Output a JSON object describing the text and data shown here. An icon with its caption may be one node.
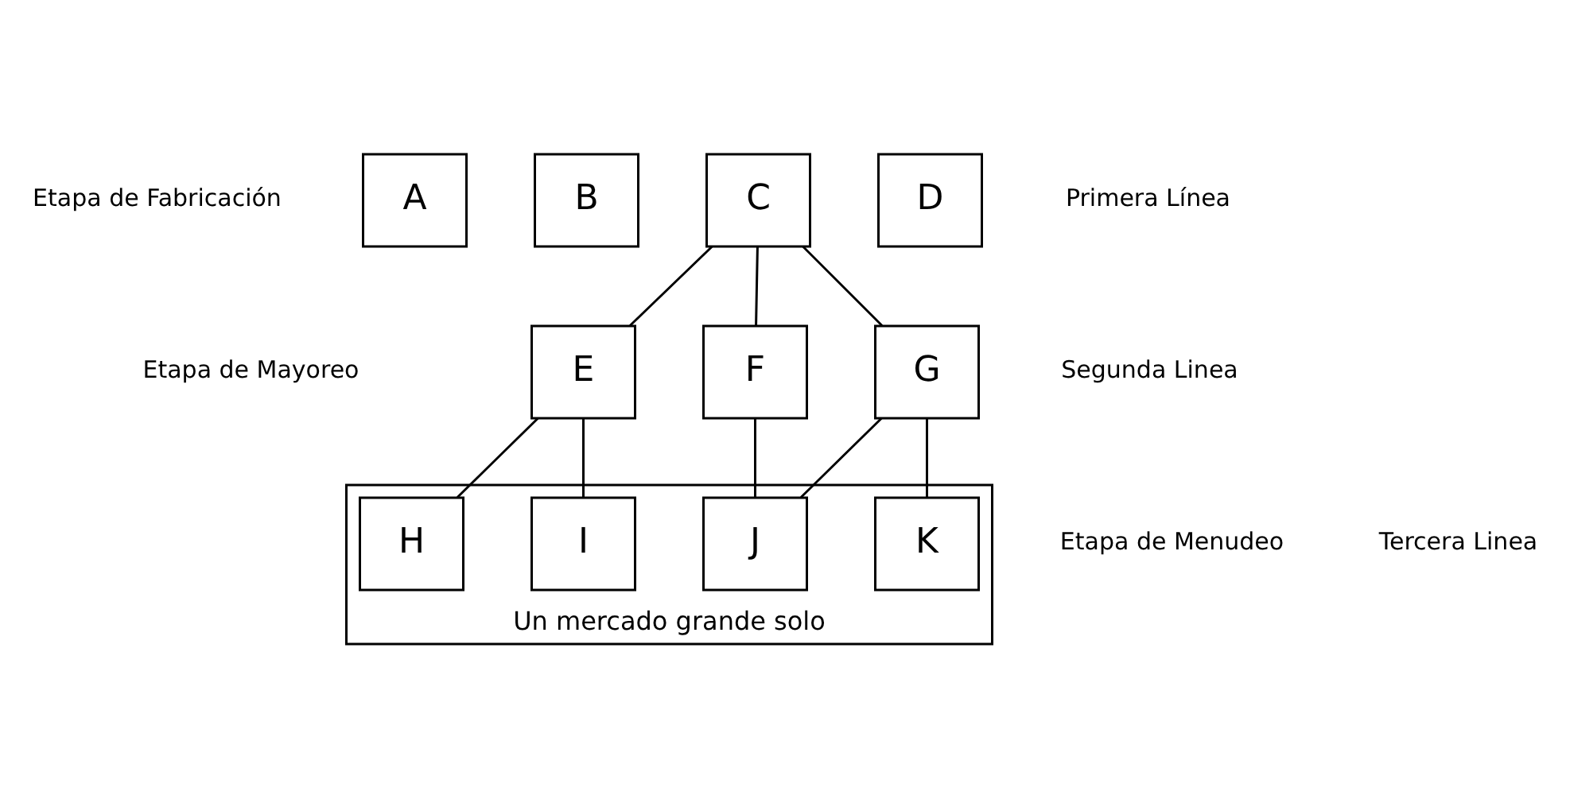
{
  "diagram": {
    "nodes": [
      {
        "text": [
          "A"
        ]
      },
      {
        "text": [
          "B"
        ]
      },
      {
        "text": [
          "C"
        ]
      },
      {
        "text": [
          "D"
        ]
      },
      {
        "text": [
          "E"
        ]
      },
      {
        "text": [
          "F"
        ]
      },
      {
        "text": [
          "G"
        ]
      },
      {
        "text": [
          "Un mercado grande solo"
        ]
      },
      {
        "text": [
          "H"
        ],
        "in": 7
      },
      {
        "text": [
          "I"
        ],
        "in": 7
      },
      {
        "text": [
          "J"
        ],
        "in": 7
      },
      {
        "text": [
          "K"
        ],
        "in": 7
      }
    ],
    "edges": [
      {
        "from": 2,
        "to": 4,
        "arrow": "none"
      },
      {
        "from": 2,
        "to": 5,
        "arrow": "none"
      },
      {
        "from": 2,
        "to": 6,
        "arrow": "none"
      },
      {
        "from": 4,
        "to": 8,
        "arrow": "none"
      },
      {
        "from": 4,
        "to": 9,
        "arrow": "none"
      },
      {
        "from": 5,
        "to": 10,
        "arrow": "none"
      },
      {
        "from": 6,
        "to": 10,
        "arrow": "none"
      },
      {
        "from": 6,
        "to": 11,
        "arrow": "none"
      }
    ],
    "labels": [
      "Etapa de Fabricación",
      "Primera Línea",
      "Etapa de Mayoreo",
      "Segunda Linea",
      "Etapa de Menudeo",
      "Tercera Linea"
    ]
  }
}
